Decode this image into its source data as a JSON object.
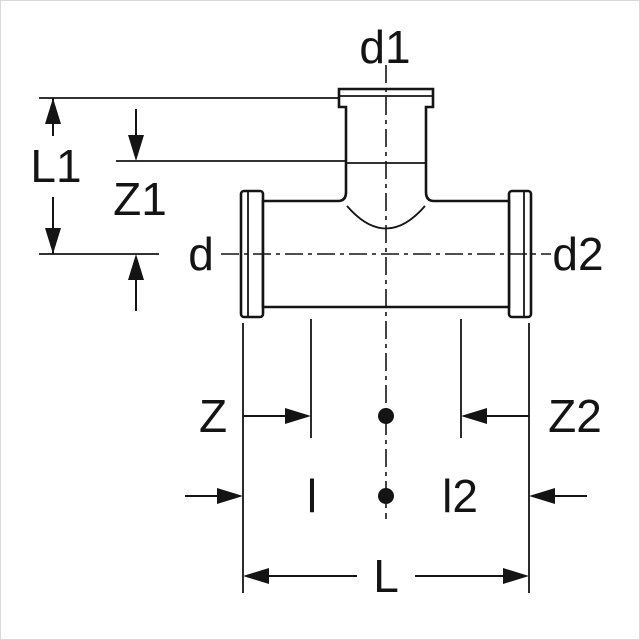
{
  "drawing": {
    "kind": "pipe-tee-fitting-dimension-diagram",
    "labels": {
      "d1": "d1",
      "L1": "L1",
      "Z1": "Z1",
      "d": "d",
      "d2": "d2",
      "Z": "Z",
      "Z2": "Z2",
      "l": "l",
      "l2": "l2",
      "L": "L"
    },
    "colors": {
      "background": "#ffffff",
      "line": "#141414"
    }
  }
}
